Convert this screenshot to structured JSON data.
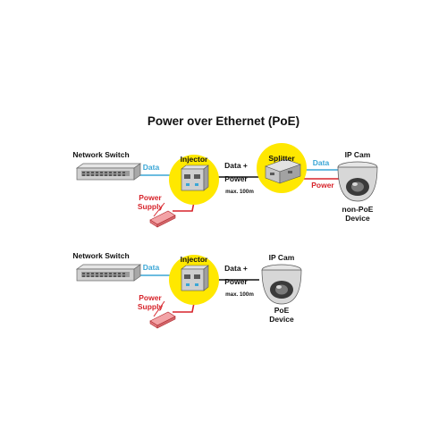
{
  "title": "Power over Ethernet (PoE)",
  "colors": {
    "highlight": "#ffe800",
    "data_line": "#3aa6d6",
    "power_line": "#d7242b",
    "data_power_line": "#111111"
  },
  "diagram_top": {
    "switch_label": "Network Switch",
    "data_label": "Data",
    "injector_label": "Injector",
    "power_supply_line1": "Power",
    "power_supply_line2": "Supply",
    "data_power_line1": "Data +",
    "data_power_line2": "Power",
    "distance": "max. 100m",
    "splitter_label": "Splitter",
    "data_out_label": "Data",
    "power_out_label": "Power",
    "camera_label": "IP Cam",
    "device_line1": "non-PoE",
    "device_line2": "Device"
  },
  "diagram_bottom": {
    "switch_label": "Network Switch",
    "data_label": "Data",
    "injector_label": "Injector",
    "power_supply_line1": "Power",
    "power_supply_line2": "Supply",
    "data_power_line1": "Data +",
    "data_power_line2": "Power",
    "distance": "max. 100m",
    "camera_label": "IP Cam",
    "device_line1": "PoE",
    "device_line2": "Device"
  }
}
